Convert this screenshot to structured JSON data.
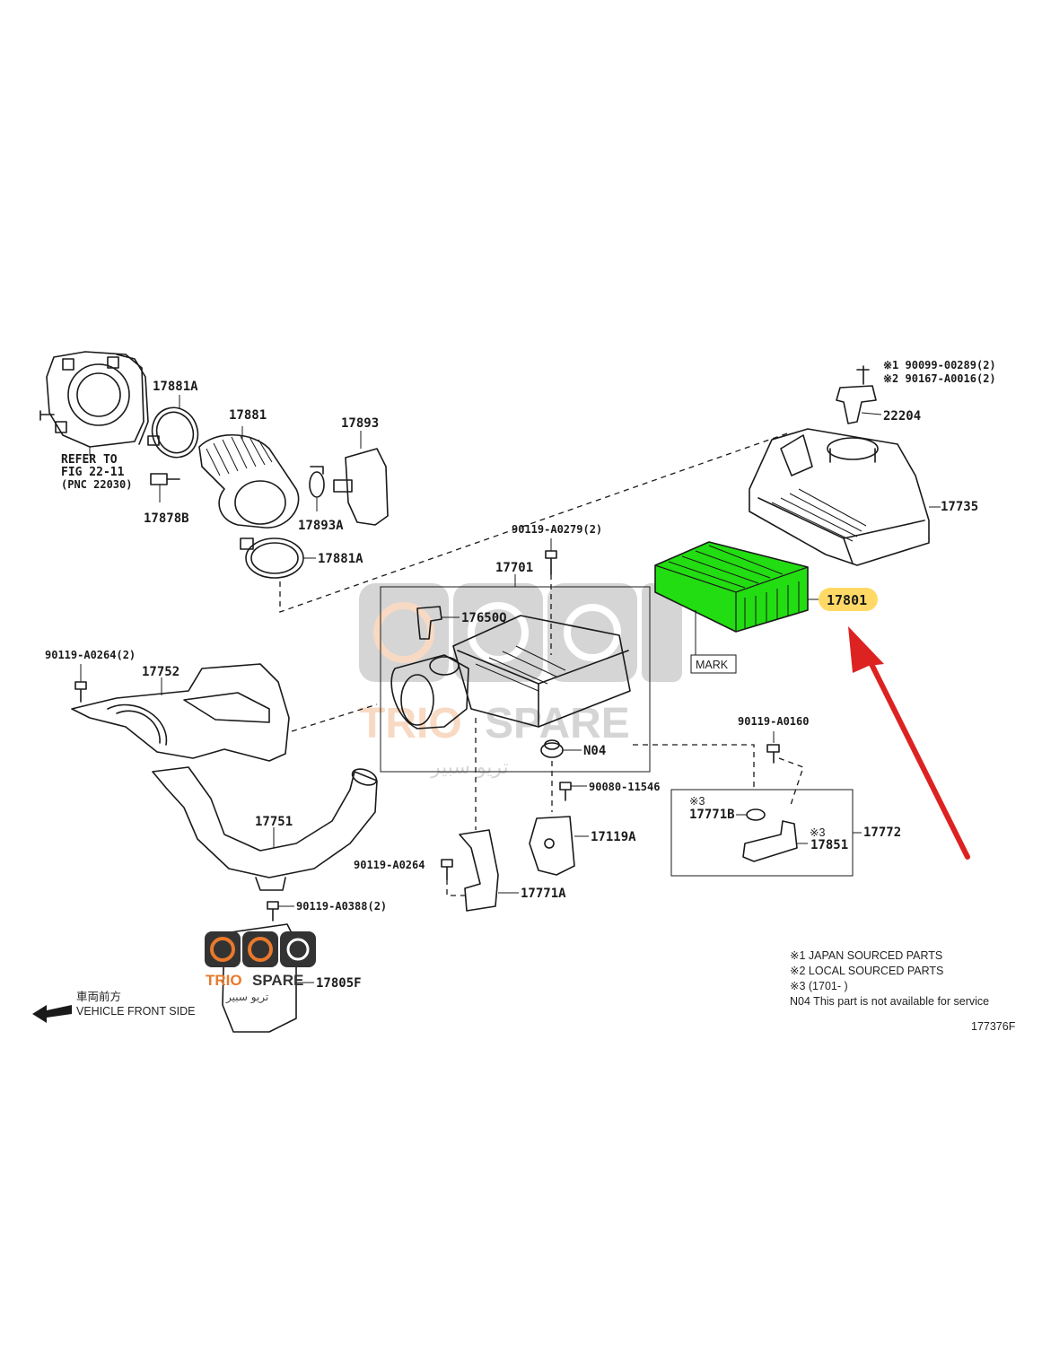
{
  "colors": {
    "filter_highlight": "#22dd11",
    "callout_highlight": "#ffd966",
    "arrow": "#dd2222",
    "watermark_orange": "#e8792b",
    "watermark_gray": "#6a6a6a"
  },
  "labels": {
    "p17881A_top": "17881A",
    "p17881": "17881",
    "p17893": "17893",
    "p17878B": "17878B",
    "p17893A": "17893A",
    "p17881A_bot": "17881A",
    "refer_line1": "REFER TO",
    "refer_line2": "FIG 22-11",
    "refer_line3": "(PNC 22030)",
    "p90119_A0279": "90119-A0279(2)",
    "p17701": "17701",
    "p17650Q": "17650Q",
    "pN04": "N04",
    "p17801": "17801",
    "mark": "MARK",
    "p17735": "17735",
    "p22204": "22204",
    "ref1_line": "※1 90099-00289(2)",
    "ref2_line": "※2 90167-A0016(2)",
    "p90119_A0264_2": "90119-A0264(2)",
    "p17752": "17752",
    "p17751": "17751",
    "p90119_A0388": "90119-A0388(2)",
    "p17805F": "17805F",
    "p90080_11546": "90080-11546",
    "p17119A": "17119A",
    "p90119_A0264": "90119-A0264",
    "p17771A": "17771A",
    "p90119_A0160": "90119-A0160",
    "star3_a": "※3",
    "p17771B": "17771B",
    "star3_b": "※3",
    "p17851": "17851",
    "p17772": "17772",
    "front_jp": "車両前方",
    "front_en": "VEHICLE FRONT SIDE",
    "fig_code": "177376F"
  },
  "notes": [
    "※1 JAPAN SOURCED PARTS",
    "※2 LOCAL SOURCED PARTS",
    "※3 (1701-        )",
    "N04 This part is not available for service"
  ],
  "watermark": {
    "brand": "TRIO SPARE",
    "brand_arabic": "تريو سبير"
  }
}
